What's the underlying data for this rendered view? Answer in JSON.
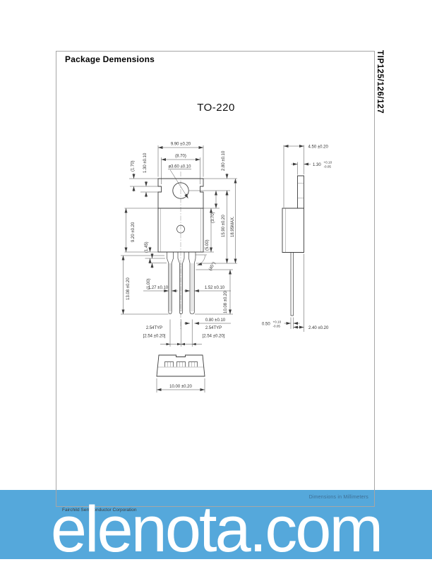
{
  "page": {
    "header_title": "Package Demensions",
    "part_number": "TIP125/126/127",
    "package_name": "TO-220",
    "units_note": "Dimensions in Millimeters",
    "footer_text": "Fairchild Semiconductor Corporation",
    "watermark": "elenota.com"
  },
  "colors": {
    "banner_blue": "#55a8db",
    "watermark_text": "#ffffff",
    "units_note_text": "#3f6f95",
    "drawing_line": "#3c3c3c",
    "frame_border": "#a6a6a6"
  },
  "front_view": {
    "overall_width": "9.90 ±0.20",
    "inner_width": "(8.70)",
    "hole_diameter": "ø3.60 ±0.10",
    "tab_top_to_notch": "(1.70)",
    "notch_height": "1.30 ±0.10",
    "tab_top_to_hole_center": "2.80 ±0.10",
    "body_height": "9.20 ±0.20",
    "shoulder_ref": "(1.45)",
    "lead_root_ref": "(1.00)",
    "hole_to_body_ref": "(3.70)",
    "body_ref": "(5.00)",
    "lead_seating_height": "15.90 ±0.20",
    "overall_height": "18.95MAX.",
    "lead_length_left": "13.08 ±0.20",
    "lead_length_right": "10.08 ±0.20",
    "lead_width_left": "1.27 ±0.10",
    "lead_width_right": "1.52 ±0.10",
    "lead_thickness": "0.80 ±0.10",
    "lead_pitch_typ": "2.54TYP",
    "lead_pitch_tol": "[2.54 ±0.20]",
    "chamfer_angle": "(45°)"
  },
  "side_view": {
    "overall_depth": "4.50 ±0.20",
    "tab_thickness": "1.30",
    "tab_thickness_plus": "+0.10",
    "tab_thickness_minus": "-0.05",
    "lead_thickness": "0.50",
    "lead_thickness_plus": "+0.10",
    "lead_thickness_minus": "-0.05",
    "lead_to_back": "2.40 ±0.20"
  },
  "bottom_view": {
    "overall_width": "10.00 ±0.20"
  }
}
